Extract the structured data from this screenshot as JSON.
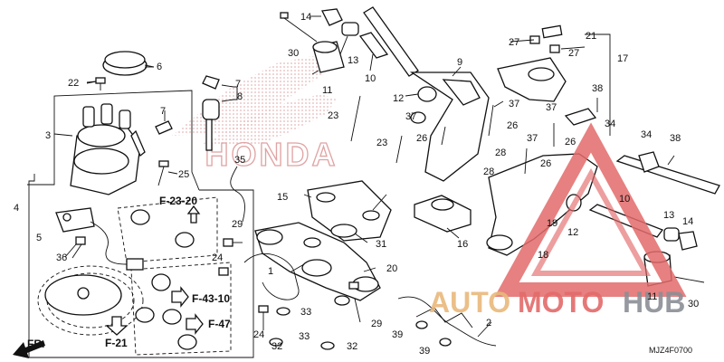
{
  "diagram": {
    "callouts": {
      "c1": "1",
      "c2": "2",
      "c3": "3",
      "c4": "4",
      "c5": "5",
      "c6": "6",
      "c7a": "7",
      "c7b": "7",
      "c8": "8",
      "c9": "9",
      "c10a": "10",
      "c10b": "10",
      "c11a": "11",
      "c11b": "11",
      "c12a": "12",
      "c12b": "12",
      "c13a": "13",
      "c13b": "13",
      "c14a": "14",
      "c14b": "14",
      "c15": "15",
      "c16": "16",
      "c17": "17",
      "c18": "18",
      "c19": "19",
      "c20": "20",
      "c21": "21",
      "c22": "22",
      "c23a": "23",
      "c23b": "23",
      "c24a": "24",
      "c24b": "24",
      "c25": "25",
      "c26a": "26",
      "c26b": "26",
      "c26c": "26",
      "c26d": "26",
      "c27a": "27",
      "c27b": "27",
      "c28a": "28",
      "c28b": "28",
      "c29a": "29",
      "c29b": "29",
      "c30a": "30",
      "c30b": "30",
      "c31": "31",
      "c32a": "32",
      "c32b": "32",
      "c33a": "33",
      "c33b": "33",
      "c34a": "34",
      "c34b": "34",
      "c35": "35",
      "c36": "36",
      "c37a": "37",
      "c37b": "37",
      "c37c": "37",
      "c37d": "37",
      "c38a": "38",
      "c38b": "38",
      "c39a": "39",
      "c39b": "39"
    },
    "refs": {
      "f2320": "F-23-20",
      "f4310": "F-43-10",
      "f47": "F-47",
      "f21": "F-21"
    },
    "front_label": "FR.",
    "watermark_brand": "HONDA",
    "catalog_code": "MJZ4F0700",
    "logo_text": {
      "auto": "AUTO",
      "moto": "MOTO",
      "hub": "HUB"
    }
  }
}
